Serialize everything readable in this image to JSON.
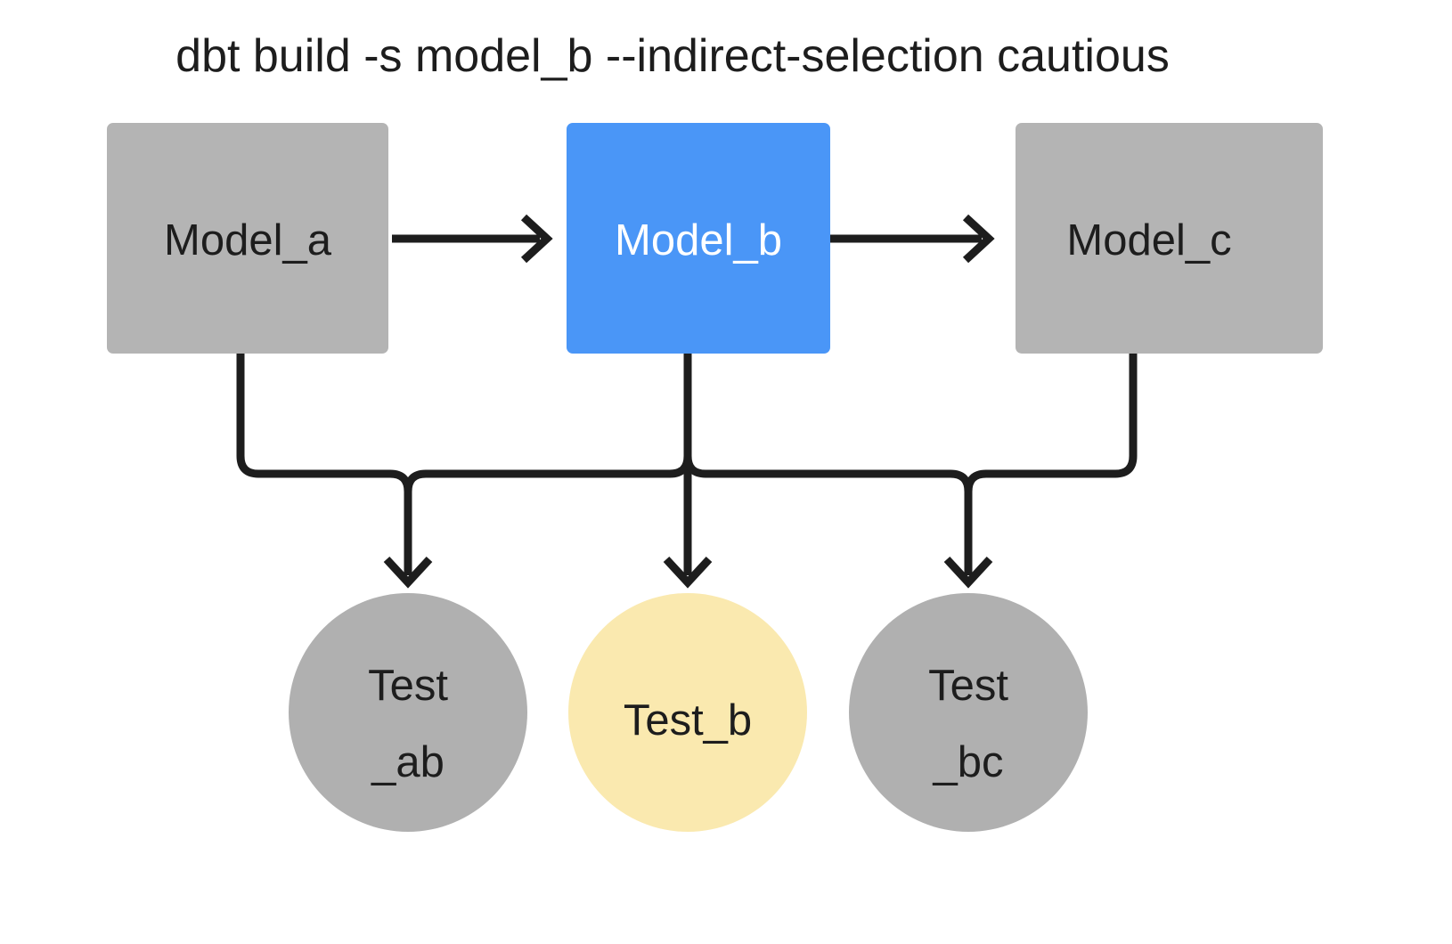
{
  "title": "dbt build -s model_b --indirect-selection cautious",
  "colors": {
    "background": "#ffffff",
    "node_gray": "#b4b4b4",
    "node_blue": "#4a96f7",
    "node_yellow": "#fae9af",
    "circle_gray": "#b0b0b0",
    "edge": "#1d1d1d",
    "text_dark": "#1d1d1d",
    "text_light": "#ffffff"
  },
  "models": [
    {
      "id": "model_a",
      "label": "Model_a",
      "state": "unselected",
      "fill": "#b4b4b4",
      "text_color": "#1d1d1d"
    },
    {
      "id": "model_b",
      "label": "Model_b",
      "state": "selected",
      "fill": "#4a96f7",
      "text_color": "#ffffff"
    },
    {
      "id": "model_c",
      "label": "Model_c",
      "state": "unselected",
      "fill": "#b4b4b4",
      "text_color": "#1d1d1d"
    }
  ],
  "tests": [
    {
      "id": "test_ab",
      "label_line1": "Test",
      "label_line2": "_ab",
      "state": "not-run",
      "fill": "#b0b0b0",
      "text_color": "#1d1d1d"
    },
    {
      "id": "test_b",
      "label_line1": "Test_b",
      "label_line2": "",
      "state": "run",
      "fill": "#fae9af",
      "text_color": "#1d1d1d"
    },
    {
      "id": "test_bc",
      "label_line1": "Test",
      "label_line2": "_bc",
      "state": "not-run",
      "fill": "#b0b0b0",
      "text_color": "#1d1d1d"
    }
  ],
  "edges": [
    {
      "id": "model_a-to-model_b",
      "from": "model_a",
      "to": "model_b",
      "kind": "arrow-right"
    },
    {
      "id": "model_b-to-model_c",
      "from": "model_b",
      "to": "model_c",
      "kind": "arrow-right"
    },
    {
      "id": "model_a-to-test_ab",
      "from": "model_a",
      "to": "test_ab",
      "kind": "elbow-down"
    },
    {
      "id": "model_b-to-test_ab",
      "from": "model_b",
      "to": "test_ab",
      "kind": "elbow-down"
    },
    {
      "id": "model_b-to-test_b",
      "from": "model_b",
      "to": "test_b",
      "kind": "straight-down"
    },
    {
      "id": "model_b-to-test_bc",
      "from": "model_b",
      "to": "test_bc",
      "kind": "elbow-down"
    },
    {
      "id": "model_c-to-test_bc",
      "from": "model_c",
      "to": "test_bc",
      "kind": "elbow-down"
    }
  ]
}
